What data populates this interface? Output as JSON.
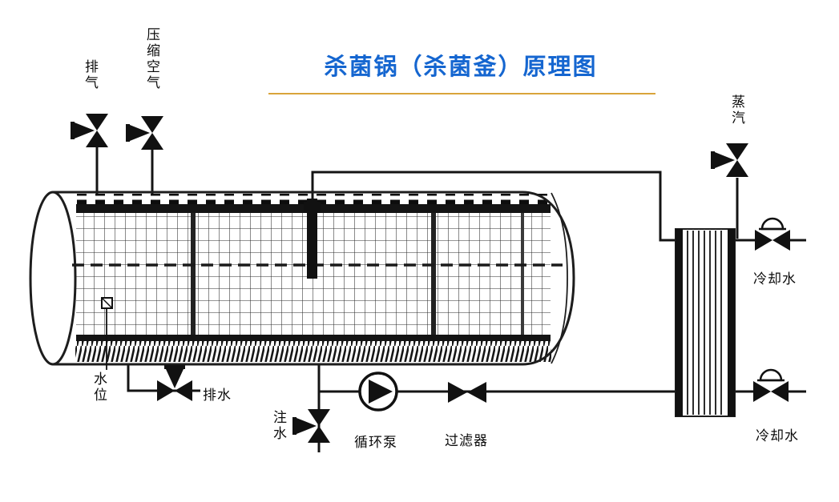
{
  "title": {
    "text": "杀菌锅（杀菌釜）原理图"
  },
  "labels": {
    "exhaust": "排气",
    "compressed_air": "压缩空气",
    "steam": "蒸汽",
    "cooling_water_top": "冷却水",
    "cooling_water_bottom": "冷却水",
    "water_level": "水位",
    "drain": "排水",
    "water_inject": "注水",
    "circulation_pump": "循环泵",
    "filter": "过滤器"
  },
  "symbols": {
    "exhaust-valve-icon": "manual-valve-vertical",
    "compressed-air-valve-icon": "manual-valve-vertical",
    "steam-valve-icon": "manual-valve-vertical",
    "water-inject-valve-icon": "manual-valve-vertical",
    "drain-valve-icon": "manual-valve-horizontal",
    "cooling-water-top-valve-icon": "diaphragm-valve",
    "cooling-water-bottom-valve-icon": "diaphragm-valve",
    "circulation-pump-icon": "centrifugal-pump",
    "filter-icon": "strainer",
    "heat-exchanger-icon": "coil-heat-exchanger",
    "water-level-sensor-icon": "level-sensor"
  },
  "colors": {
    "title": "#1566d0",
    "underline": "#d9a43a"
  }
}
